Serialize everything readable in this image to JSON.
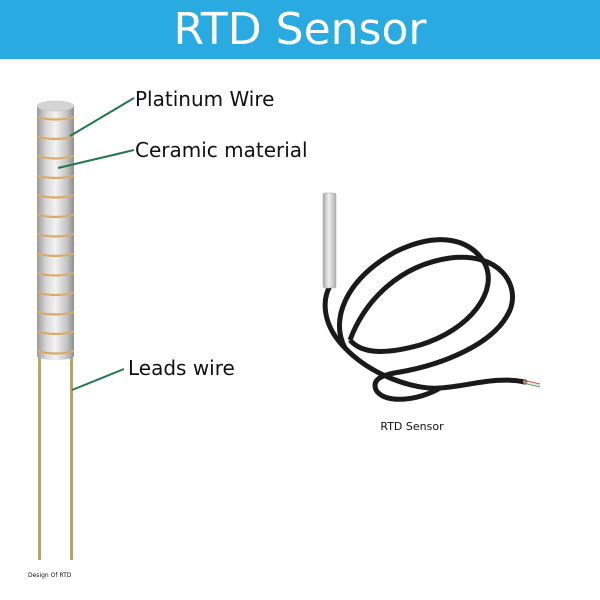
{
  "header": {
    "title": "RTD Sensor"
  },
  "diagram": {
    "labels": {
      "platinum_wire": "Platinum Wire",
      "ceramic_material": "Ceramic material",
      "leads_wire": "Leads wire"
    },
    "caption": "Design Of  RTD"
  },
  "product": {
    "caption": "RTD Sensor"
  },
  "colors": {
    "header_bg": "#29abe2",
    "leader_line": "#1e7a4f",
    "coil": "#d9aa6c",
    "lead": "#b8a46a",
    "cable": "#1a1a1a",
    "probe": "#c8c8c8"
  }
}
